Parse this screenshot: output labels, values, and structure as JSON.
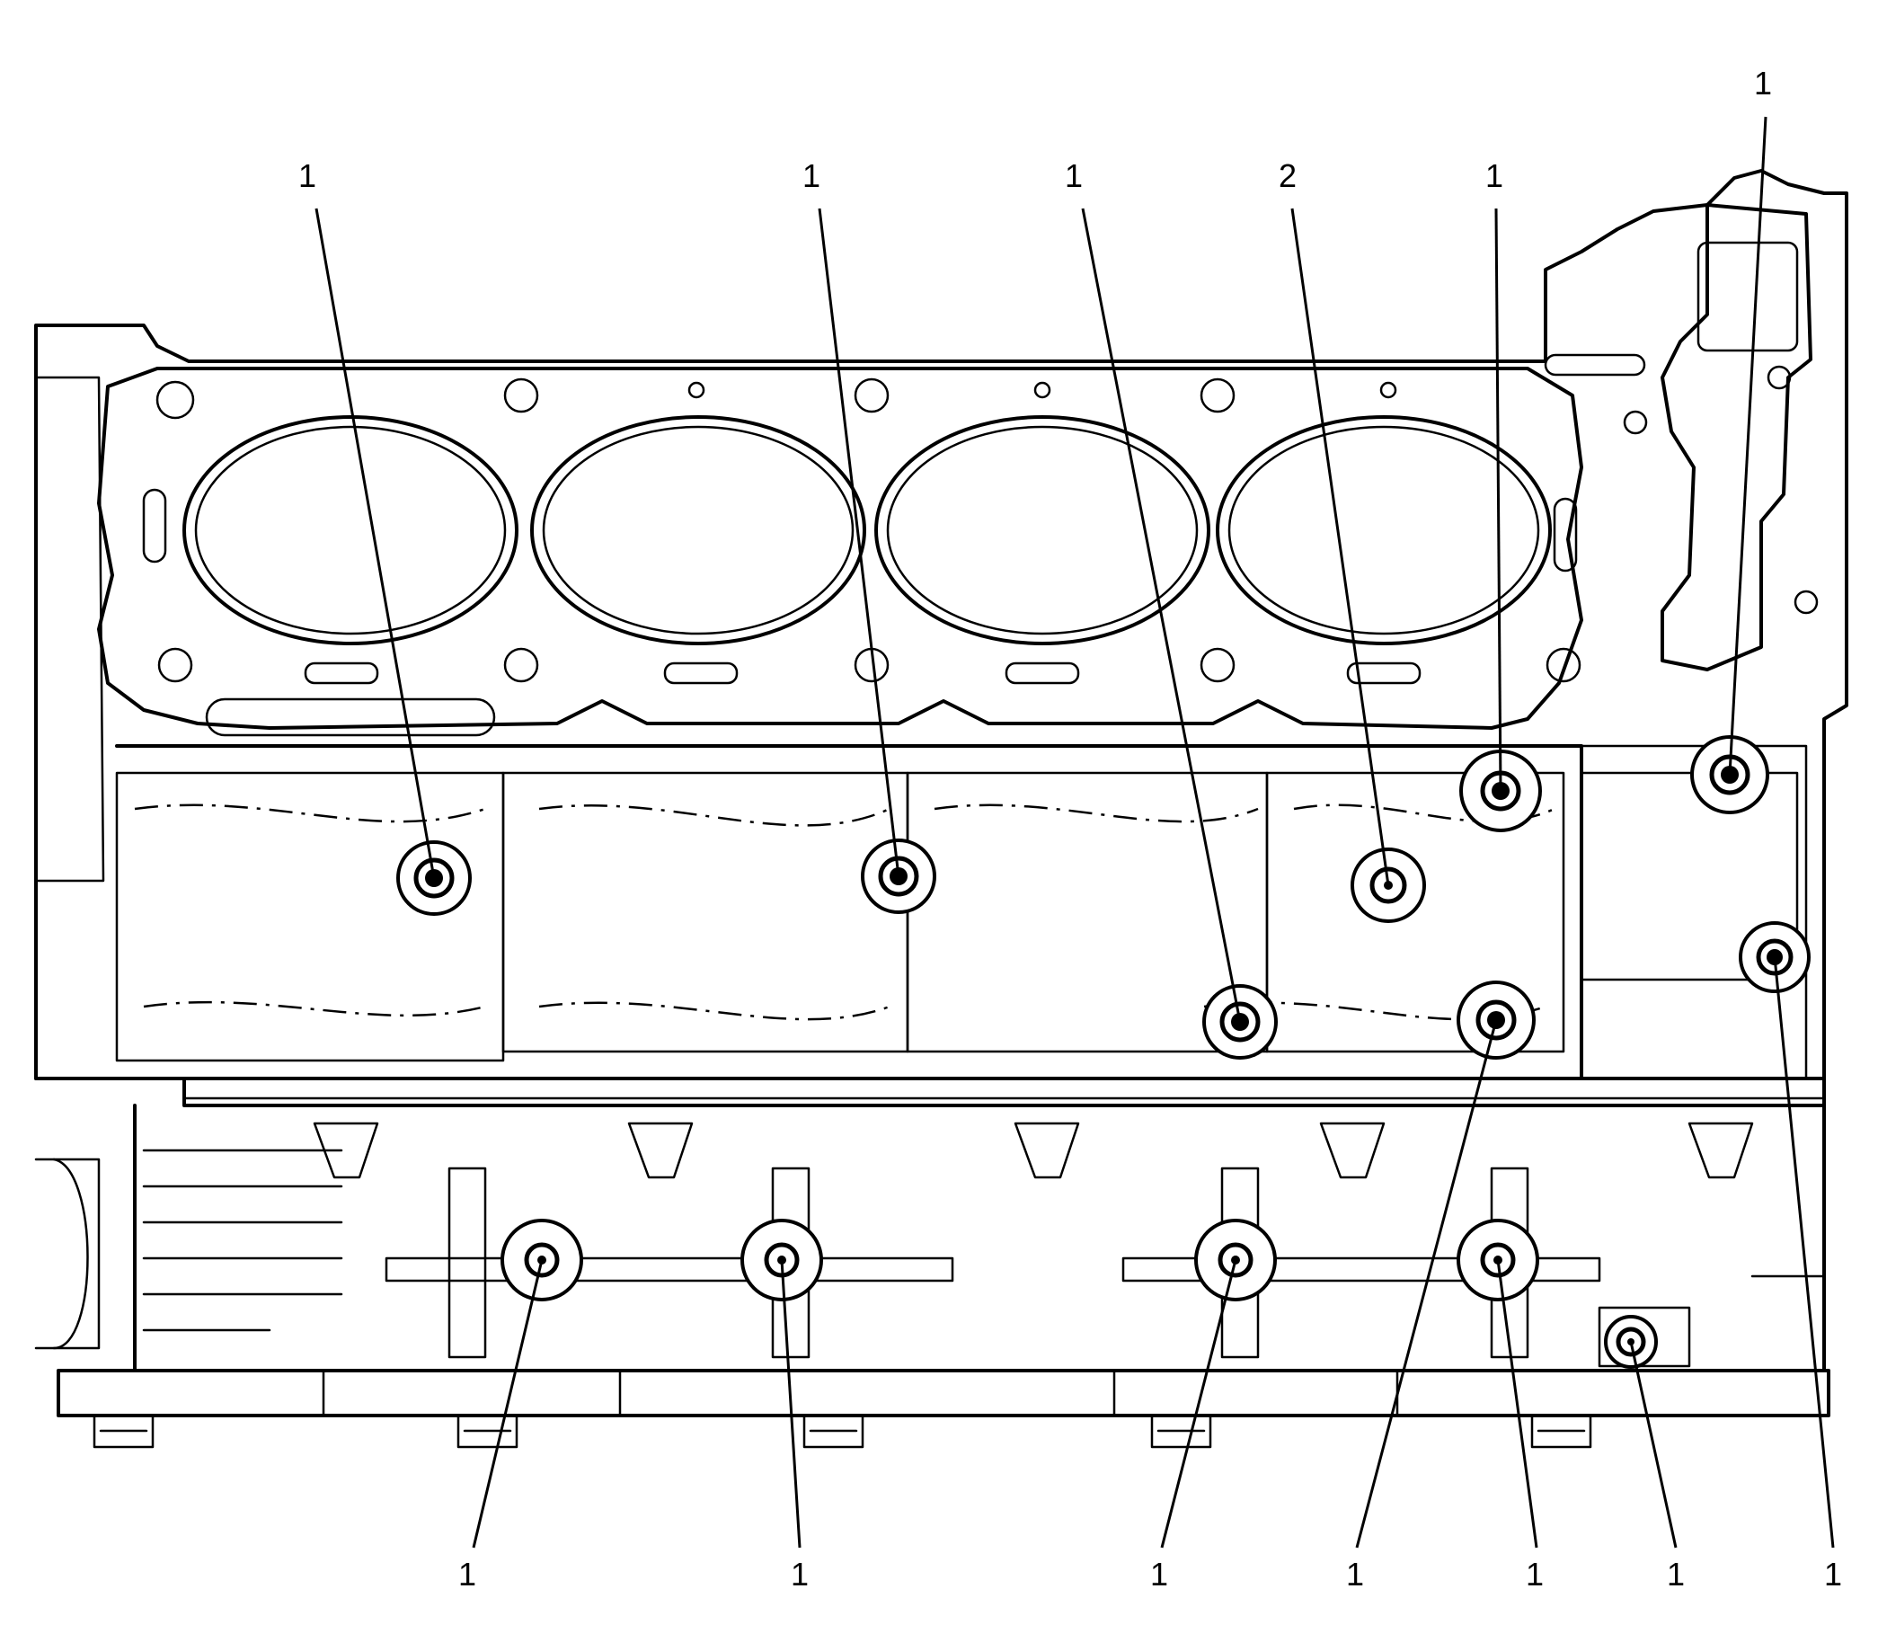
{
  "callouts": [
    {
      "id": "c1",
      "label": "1"
    },
    {
      "id": "c2",
      "label": "1"
    },
    {
      "id": "c3",
      "label": "1"
    },
    {
      "id": "c4",
      "label": "2"
    },
    {
      "id": "c5",
      "label": "1"
    },
    {
      "id": "c6",
      "label": "1"
    },
    {
      "id": "c7",
      "label": "1"
    },
    {
      "id": "c8",
      "label": "1"
    },
    {
      "id": "c9",
      "label": "1"
    },
    {
      "id": "c10",
      "label": "1"
    },
    {
      "id": "c11",
      "label": "1"
    },
    {
      "id": "c12",
      "label": "1"
    },
    {
      "id": "c13",
      "label": "1"
    }
  ]
}
